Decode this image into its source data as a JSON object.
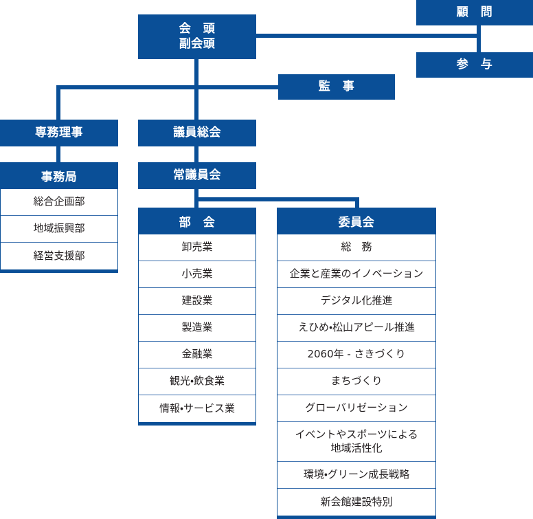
{
  "theme": {
    "primary": "#0a4f97",
    "line": "#3a6fae",
    "text_on_primary": "#ffffff",
    "text_dark": "#231f20",
    "background": "#ffffff"
  },
  "chairman": {
    "line1": "会　頭",
    "line2": "副会頭"
  },
  "advisors": {
    "komon": "顧　問",
    "sanyo": "参　与"
  },
  "auditor": {
    "label": "監　事"
  },
  "managing_director": {
    "label": "専務理事"
  },
  "secretariat": {
    "head": "事務局",
    "items": [
      "総合企画部",
      "地域振興部",
      "経営支援部"
    ]
  },
  "general_assembly": {
    "label": "議員総会"
  },
  "standing_council": {
    "label": "常議員会"
  },
  "bukai": {
    "head": "部　会",
    "items": [
      "卸売業",
      "小売業",
      "建設業",
      "製造業",
      "金融業",
      "観光・飲食業",
      "情報・サービス業"
    ]
  },
  "iinkai": {
    "head": "委員会",
    "items": [
      "総　務",
      "企業と産業のイノベーション",
      "デジタル化推進",
      "えひめ・松山アピール推進",
      "2060年 - さきづくり",
      "まちづくり",
      "グローバリゼーション",
      "イベントやスポーツによる\n地域活性化",
      "環境・グリーン成長戦略",
      "新会館建設特別"
    ]
  }
}
